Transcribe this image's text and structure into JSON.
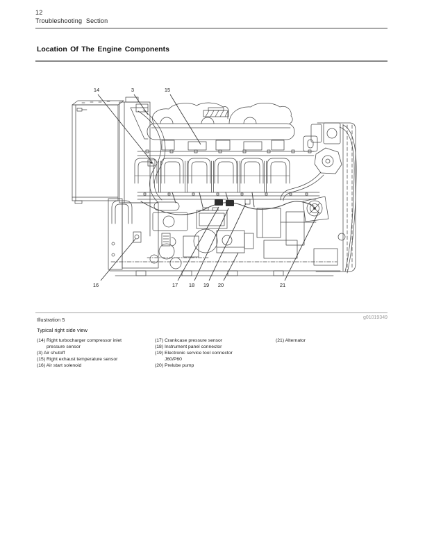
{
  "page": {
    "number": "12",
    "section": "Troubleshooting Section"
  },
  "article": {
    "heading": "Location Of The Engine Components"
  },
  "figure": {
    "illustration_label": "Illustration 5",
    "figure_code": "g01019349",
    "caption": "Typical right side view",
    "callouts": {
      "c14": "14",
      "c3": "3",
      "c15": "15",
      "c16": "16",
      "c17": "17",
      "c18": "18",
      "c19": "19",
      "c20": "20",
      "c21": "21"
    },
    "legend": {
      "col1": [
        "(14) Right turbocharger compressor inlet",
        "pressure sensor",
        "(3) Air shutoff",
        "(15) Right exhaust temperature sensor",
        "(16) Air start solenoid"
      ],
      "col2": [
        "(17) Crankcase pressure sensor",
        "(18) Instrument panel connector",
        "(19) Electronic service tool connector",
        "J60/P60",
        "(20) Prelube pump"
      ],
      "col3": [
        "(21) Alternator"
      ]
    }
  },
  "colors": {
    "ink": "#1e1e1e",
    "line_art": "#474747",
    "rule_dark": "#3f3f3f",
    "rule_gray": "#878787",
    "figure_code_gray": "#9a9a9a"
  }
}
